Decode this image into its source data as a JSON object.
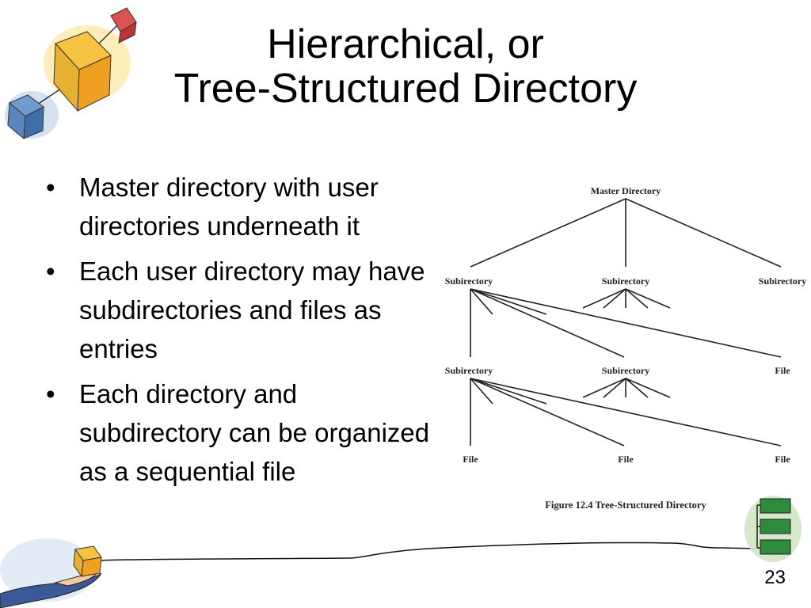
{
  "slide": {
    "title_line1": "Hierarchical, or",
    "title_line2": "Tree-Structured Directory",
    "bullets": [
      "Master directory with user directories underneath it",
      "Each user directory may have subdirectories and files as entries",
      "Each directory and subdirectory can be organized as a sequential file"
    ],
    "bullet_symbol": "•",
    "page_number": "23"
  },
  "diagram": {
    "root": "Master Directory",
    "level1": [
      "Subirectory",
      "Subirectory",
      "Subirectory"
    ],
    "level2": [
      "Subirectory",
      "Subirectory",
      "File"
    ],
    "level3": [
      "File",
      "File",
      "File"
    ],
    "caption": "Figure 12.4  Tree-Structured Directory"
  },
  "decorations": {
    "top_left": "cube-cluster-icon",
    "bottom_left": "hand-holding-cube-icon",
    "bottom_right": "stacked-folders-icon"
  }
}
